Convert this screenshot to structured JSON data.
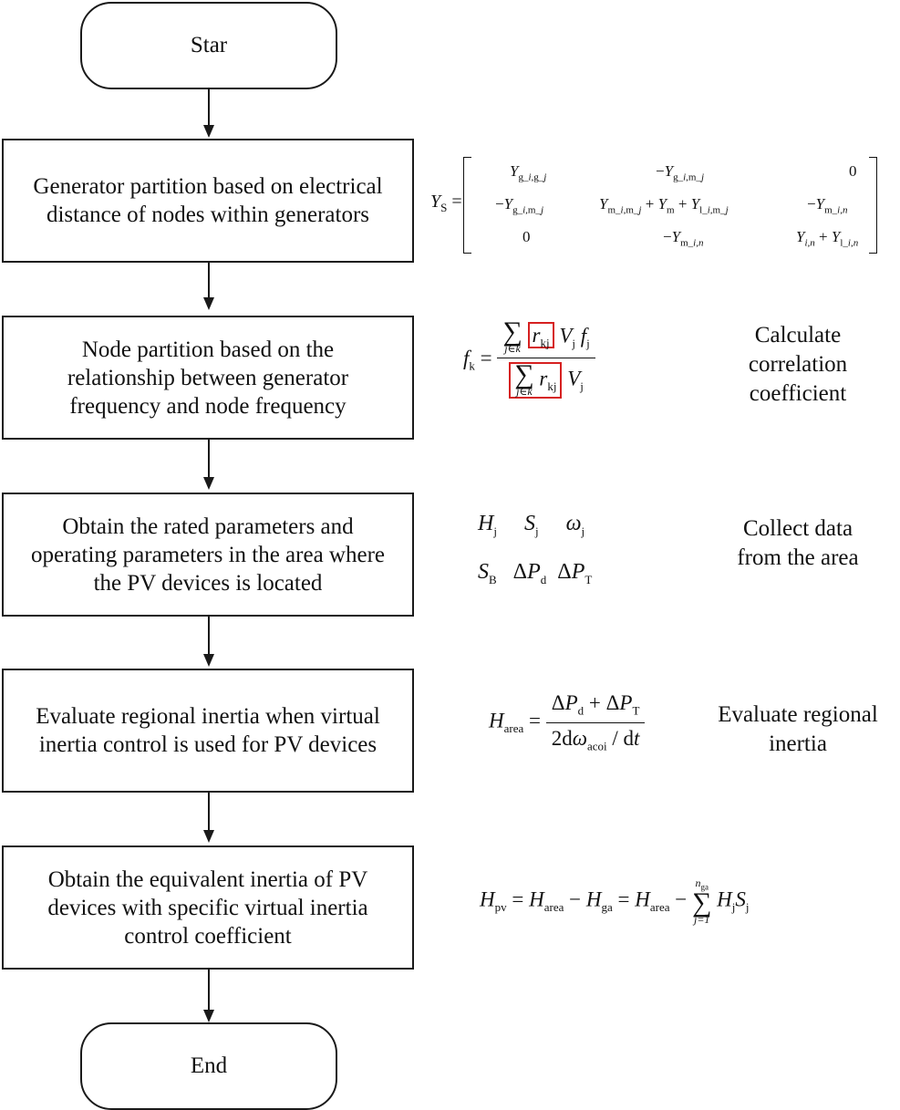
{
  "flow": {
    "start": "Star",
    "end": "End",
    "steps": [
      {
        "text": "Generator partition based on electrical distance of nodes within generators"
      },
      {
        "text": "Node partition based on the relationship between generator frequency and node frequency",
        "note": "Calculate correlation coefficient"
      },
      {
        "text": "Obtain the rated parameters and operating parameters in the area where the PV devices is located",
        "note": "Collect data from the area"
      },
      {
        "text": "Evaluate regional inertia when virtual inertia control is used for PV devices",
        "note": "Evaluate regional inertia"
      },
      {
        "text": "Obtain the equivalent inertia of PV devices with specific virtual inertia control coefficient"
      }
    ]
  },
  "colors": {
    "line": "#1a1a1a",
    "highlight": "#d62020"
  }
}
